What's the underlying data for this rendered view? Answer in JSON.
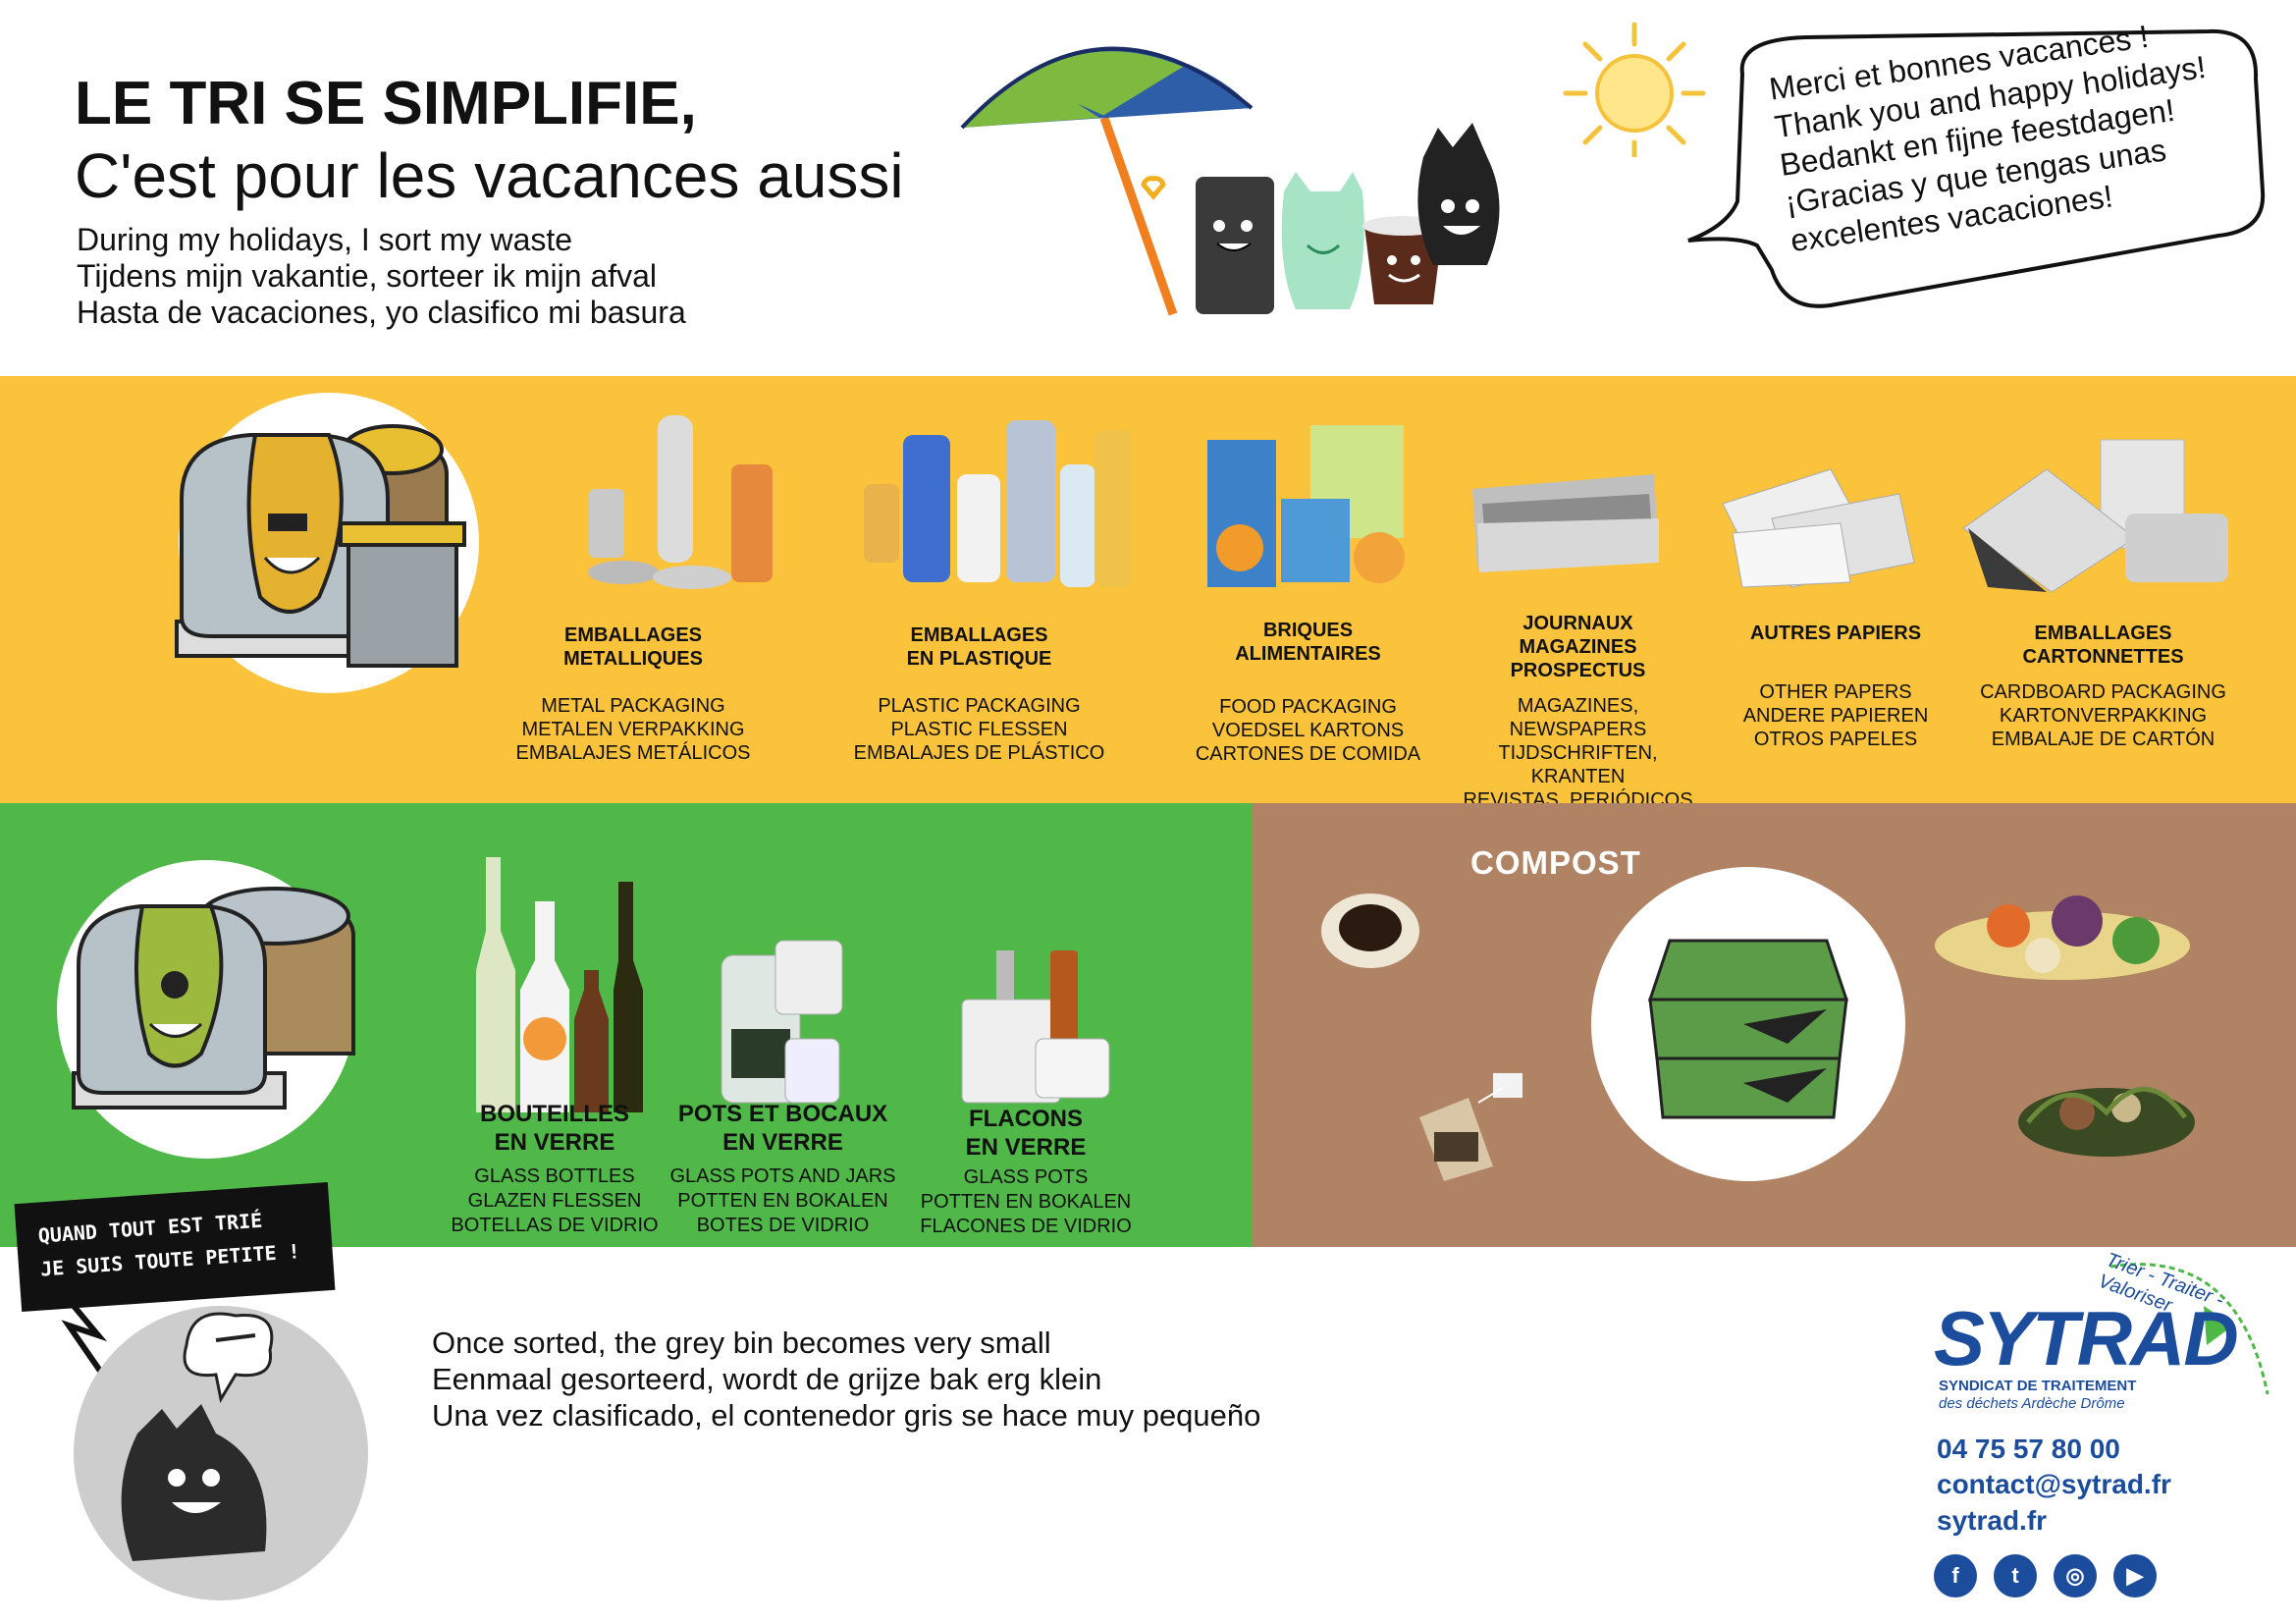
{
  "header": {
    "title_line1": "LE TRI SE SIMPLIFIE,",
    "title_line2": "C'est pour les vacances aussi",
    "subtitle_lines": [
      "During my holidays, I sort my waste",
      "Tijdens mijn vakantie, sorteer ik mijn afval",
      "Hasta de vacaciones, yo clasifico mi basura"
    ]
  },
  "bubble": {
    "lines": [
      "Merci et bonnes vacances !",
      "Thank you and happy holidays!",
      "Bedankt en fijne feestdagen!",
      "¡Gracias y que tengas unas",
      "excelentes vacaciones!"
    ]
  },
  "yellow_section": {
    "color": "#FBC23C",
    "categories": [
      {
        "title": [
          "EMBALLAGES",
          "METALLIQUES"
        ],
        "desc": [
          "METAL PACKAGING",
          "METALEN VERPAKKING",
          "EMBALAJES METÁLICOS"
        ]
      },
      {
        "title": [
          "EMBALLAGES",
          "EN PLASTIQUE"
        ],
        "desc": [
          "PLASTIC PACKAGING",
          "PLASTIC FLESSEN",
          "EMBALAJES DE PLÁSTICO"
        ]
      },
      {
        "title": [
          "BRIQUES",
          "ALIMENTAIRES"
        ],
        "desc": [
          "FOOD PACKAGING",
          "VOEDSEL KARTONS",
          "CARTONES DE COMIDA"
        ]
      },
      {
        "title": [
          "JOURNAUX",
          "MAGAZINES",
          "PROSPECTUS"
        ],
        "desc": [
          "MAGAZINES, NEWSPAPERS",
          "TIJDSCHRIFTEN, KRANTEN",
          "REVISTAS, PERIÓDICOS"
        ]
      },
      {
        "title": [
          "AUTRES PAPIERS"
        ],
        "desc": [
          "OTHER PAPERS",
          "ANDERE PAPIEREN",
          "OTROS PAPELES"
        ]
      },
      {
        "title": [
          "EMBALLAGES",
          "CARTONNETTES"
        ],
        "desc": [
          "CARDBOARD PACKAGING",
          "KARTONVERPAKKING",
          "EMBALAJE DE CARTÓN"
        ]
      }
    ]
  },
  "green_section": {
    "color": "#50B848",
    "categories": [
      {
        "title": [
          "BOUTEILLES",
          "EN VERRE"
        ],
        "desc": [
          "GLASS BOTTLES",
          "GLAZEN FLESSEN",
          "BOTELLAS DE VIDRIO"
        ]
      },
      {
        "title": [
          "POTS ET BOCAUX",
          "EN VERRE"
        ],
        "desc": [
          "GLASS POTS AND JARS",
          "POTTEN EN BOKALEN",
          "BOTES DE VIDRIO"
        ]
      },
      {
        "title": [
          "FLACONS",
          "EN VERRE"
        ],
        "desc": [
          "GLASS POTS",
          "POTTEN EN BOKALEN",
          "FLACONES DE VIDRIO"
        ]
      }
    ]
  },
  "compost_section": {
    "color": "#B08364",
    "title": "COMPOST"
  },
  "callout": {
    "line1": "QUAND TOUT EST TRIÉ",
    "line2": "JE SUIS TOUTE PETITE !"
  },
  "bottom": {
    "lines": [
      "Once sorted, the grey bin becomes very small",
      "Eenmaal gesorteerd, wordt de grijze bak erg klein",
      "Una vez clasificado, el contenedor gris se hace muy pequeño"
    ]
  },
  "logo": {
    "name": "SYTRAD",
    "tagline": "Trier - Traiter - Valoriser",
    "sub1": "SYNDICAT DE TRAITEMENT",
    "sub2": "des déchets Ardèche Drôme",
    "brand_color": "#1C4C9C",
    "accent_color": "#4DB848"
  },
  "contact": {
    "phone": "04 75 57 80 00",
    "email": "contact@sytrad.fr",
    "website": "sytrad.fr"
  },
  "social": [
    {
      "icon": "facebook-icon",
      "glyph": "f"
    },
    {
      "icon": "twitter-icon",
      "glyph": "t"
    },
    {
      "icon": "instagram-icon",
      "glyph": "◎"
    },
    {
      "icon": "youtube-icon",
      "glyph": "▶"
    }
  ]
}
